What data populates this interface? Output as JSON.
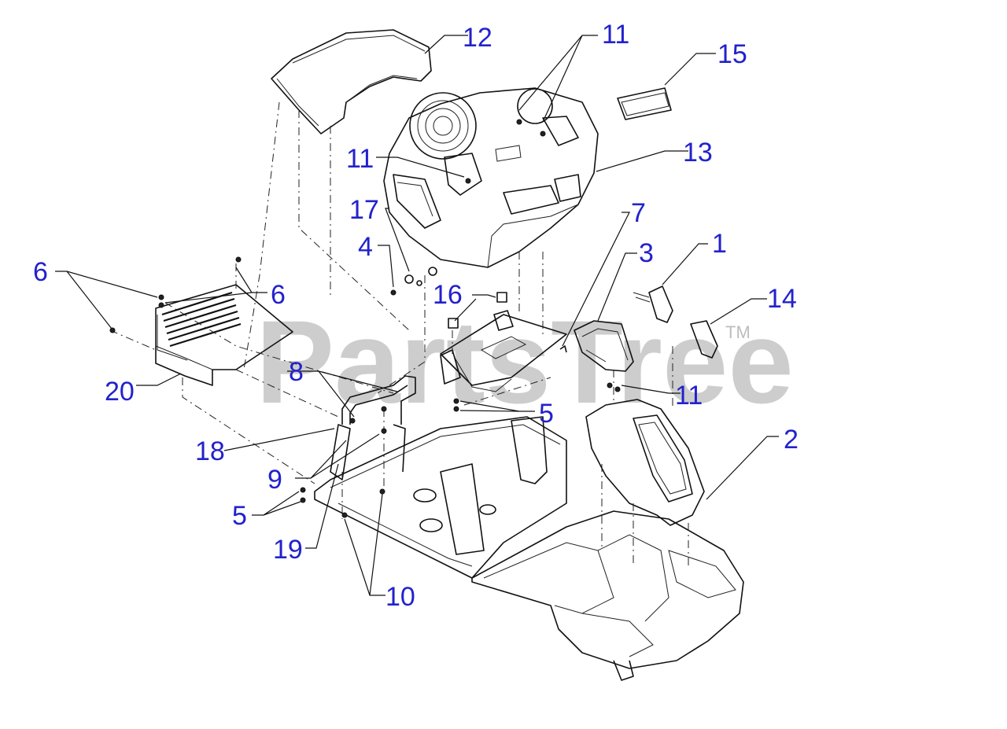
{
  "watermark": {
    "text": "PartsTree",
    "trademark": "TM"
  },
  "labels": {
    "n1": "1",
    "n2": "2",
    "n3": "3",
    "n4": "4",
    "n5a": "5",
    "n5b": "5",
    "n6a": "6",
    "n6b": "6",
    "n7": "7",
    "n8": "8",
    "n9": "9",
    "n10": "10",
    "n11a": "11",
    "n11b": "11",
    "n11c": "11",
    "n12": "12",
    "n13": "13",
    "n14": "14",
    "n15": "15",
    "n16": "16",
    "n17": "17",
    "n18": "18",
    "n19": "19",
    "n20": "20"
  },
  "colors": {
    "callout": "#2222cc",
    "linework": "#111111",
    "watermark": "#bdbdbd"
  }
}
